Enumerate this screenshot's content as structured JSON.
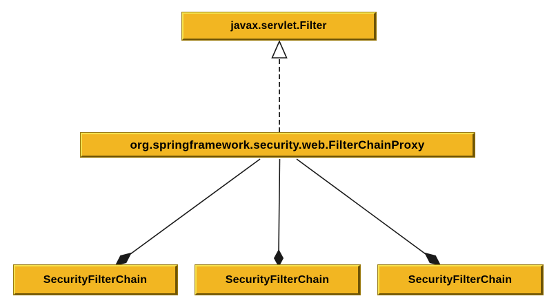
{
  "diagram": {
    "type": "uml-class-diagram",
    "nodes": [
      {
        "id": "filter",
        "label": "javax.servlet.Filter"
      },
      {
        "id": "proxy",
        "label": "org.springframework.security.web.FilterChainProxy"
      },
      {
        "id": "chain-1",
        "label": "SecurityFilterChain"
      },
      {
        "id": "chain-2",
        "label": "SecurityFilterChain"
      },
      {
        "id": "chain-3",
        "label": "SecurityFilterChain"
      }
    ],
    "edges": [
      {
        "from": "proxy",
        "to": "filter",
        "type": "realization",
        "line": "dashed",
        "arrowhead": "hollow-triangle"
      },
      {
        "from": "proxy",
        "to": "chain-1",
        "type": "composition",
        "line": "solid",
        "arrowhead": "filled-diamond"
      },
      {
        "from": "proxy",
        "to": "chain-2",
        "type": "composition",
        "line": "solid",
        "arrowhead": "filled-diamond"
      },
      {
        "from": "proxy",
        "to": "chain-3",
        "type": "composition",
        "line": "solid",
        "arrowhead": "filled-diamond"
      }
    ],
    "colors": {
      "node_fill": "#F2B622",
      "node_highlight": "#F3E04E",
      "node_shadow": "#6E5406",
      "node_ring": "#9a7a10",
      "line": "#1a1a1a",
      "text": "#000000",
      "background": "#FFFFFF"
    }
  }
}
